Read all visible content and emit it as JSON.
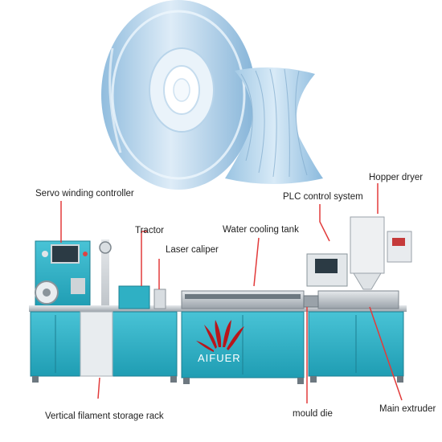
{
  "colors": {
    "cabinet": "#35b4c8",
    "cabinet_dark": "#1f8ea3",
    "frame": "#c9ced3",
    "pointer": "#e23b3b",
    "filament": "#a9cde6",
    "logo": "#b8161b"
  },
  "labels": {
    "servo": "Servo winding controller",
    "tractor": "Tractor",
    "laser": "Laser caliper",
    "water": "Water cooling tank",
    "plc": "PLC control system",
    "hopper": "Hopper dryer",
    "storage": "Vertical filament storage rack",
    "mould": "mould die",
    "extruder": "Main extruder"
  },
  "brand": {
    "name": "AIFUER",
    "logo_icon": "fan-logo-icon"
  },
  "icons": {
    "spool": "filament-spool-image",
    "vase": "printed-vase-image"
  }
}
